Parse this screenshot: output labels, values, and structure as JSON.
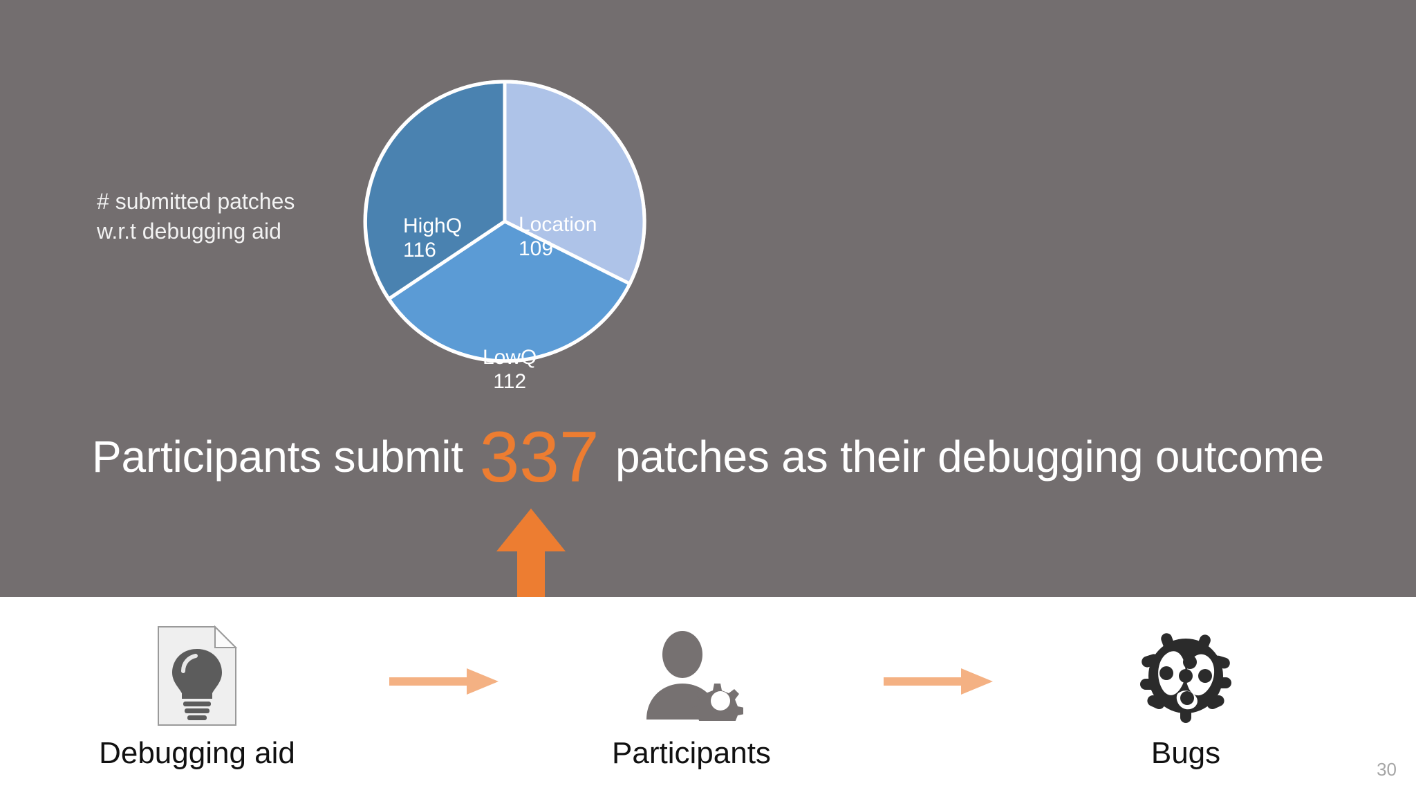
{
  "slide": {
    "page_number": "30",
    "background_color": "#736E6F",
    "band_color": "#FFFFFF",
    "accent_color": "#ED7D31",
    "arrow_color": "#F4B183"
  },
  "pie_caption": {
    "line1": "# submitted patches",
    "line2": "w.r.t debugging aid"
  },
  "headline": {
    "before": "Participants submit",
    "number": "337",
    "after": "patches as their debugging outcome"
  },
  "chart_data": {
    "type": "pie",
    "title": "# submitted patches w.r.t debugging aid",
    "categories": [
      "Location",
      "LowQ",
      "HighQ"
    ],
    "values": [
      109,
      112,
      116
    ],
    "total": 337,
    "labels_inside": true,
    "legend": "none",
    "slices": [
      {
        "name": "Location",
        "value": 109,
        "color": "#AEC3E8",
        "start_deg": 0,
        "end_deg": 116.4
      },
      {
        "name": "LowQ",
        "value": 112,
        "color": "#5B9BD5",
        "start_deg": 116.4,
        "end_deg": 236.1
      },
      {
        "name": "HighQ",
        "value": 116,
        "color": "#4A82B0",
        "start_deg": 236.1,
        "end_deg": 360
      }
    ]
  },
  "flow": {
    "nodes": [
      {
        "label": "Debugging aid",
        "icon": "document-lightbulb-icon"
      },
      {
        "label": "Participants",
        "icon": "user-gear-icon"
      },
      {
        "label": "Bugs",
        "icon": "ladybug-icon"
      }
    ],
    "arrows": [
      "arrow-right-icon",
      "arrow-right-icon"
    ]
  }
}
